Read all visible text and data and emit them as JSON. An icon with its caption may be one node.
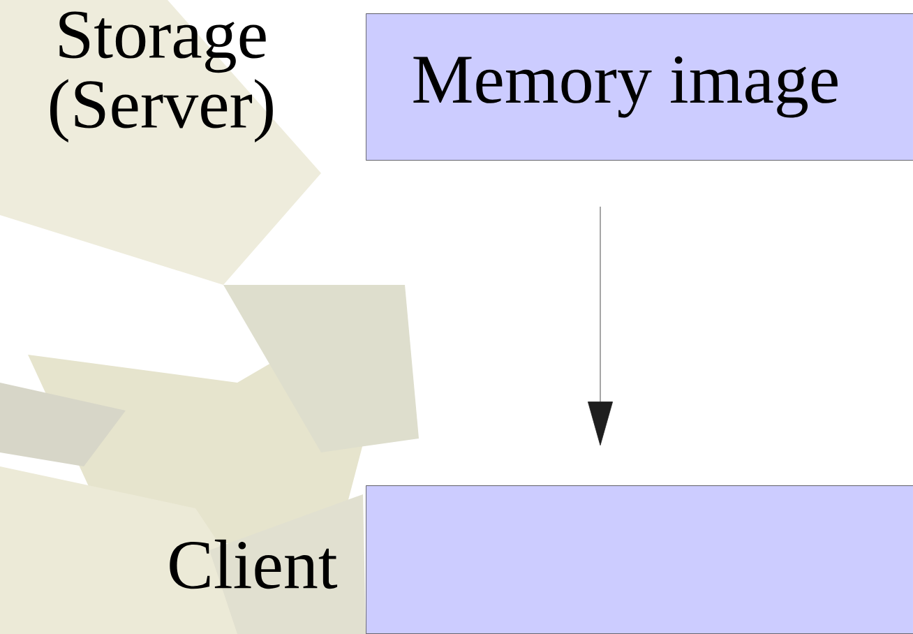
{
  "diagram": {
    "nodes": [
      {
        "text": [
          "Memory image"
        ],
        "beside": [
          "Storage (Server)"
        ]
      },
      {
        "text": [],
        "shape": "box",
        "beside": [
          "Client"
        ]
      }
    ],
    "edges": [
      {
        "from": 0,
        "to": 1,
        "arrow": "to"
      }
    ]
  }
}
